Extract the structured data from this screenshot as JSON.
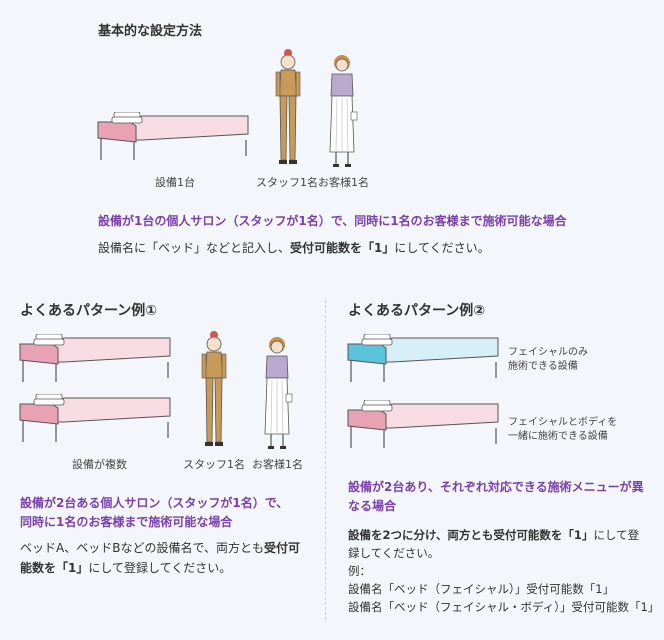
{
  "section_basic": {
    "title": "基本的な設定方法",
    "label_equipment": "設備1台",
    "label_staff": "スタッフ1名",
    "label_customer": "お客様1名",
    "headline": "設備が1台の個人サロン（スタッフが1名）で、同時に1名のお客様まで施術可能な場合",
    "desc_pre": "設備名に「ベッド」などと記入し、",
    "desc_bold": "受付可能数を「1」",
    "desc_post": "にしてください。"
  },
  "pattern1": {
    "title": "よくあるパターン例①",
    "label_equipment": "設備が複数",
    "label_staff": "スタッフ1名",
    "label_customer": "お客様1名",
    "headline_line1": "設備が2台ある個人サロン（スタッフが1名）で、",
    "headline_line2": "同時に1名のお客様まで施術可能な場合",
    "desc_line1_pre": "ベッドA、ベッドBなどの設備名で、両方とも",
    "desc_line1_bold": "受付可",
    "desc_line2_bold": "能数を「1」",
    "desc_line2_post": "にして登録してください。"
  },
  "pattern2": {
    "title": "よくあるパターン例②",
    "bed1_label_line1": "フェイシャルのみ",
    "bed1_label_line2": "施術できる設備",
    "bed2_label_line1": "フェイシャルとボディを",
    "bed2_label_line2": "一緒に施術できる設備",
    "headline_line1": "設備が2台あり、それぞれ対応できる施術メニューが異",
    "headline_line2": "なる場合",
    "desc_line1_bold": "設備を2つに分け、両方とも受付可能数を「1」",
    "desc_line1_post": "にして登",
    "desc_line2": "録してください。",
    "example_label": "例：",
    "example1": "設備名「ベッド（フェイシャル）」受付可能数「1」",
    "example2": "設備名「ベッド（フェイシャル・ボディ）」受付可能数「1」"
  },
  "colors": {
    "bed_pink": "#f7dde3",
    "bed_pink_edge": "#e07a95",
    "bed_blue": "#d6eef5",
    "bed_blue_edge": "#5cc3dd",
    "headline_purple": "#7b3fb0",
    "staff_uniform": "#c79a5a",
    "customer_top": "#b9a9cf"
  }
}
